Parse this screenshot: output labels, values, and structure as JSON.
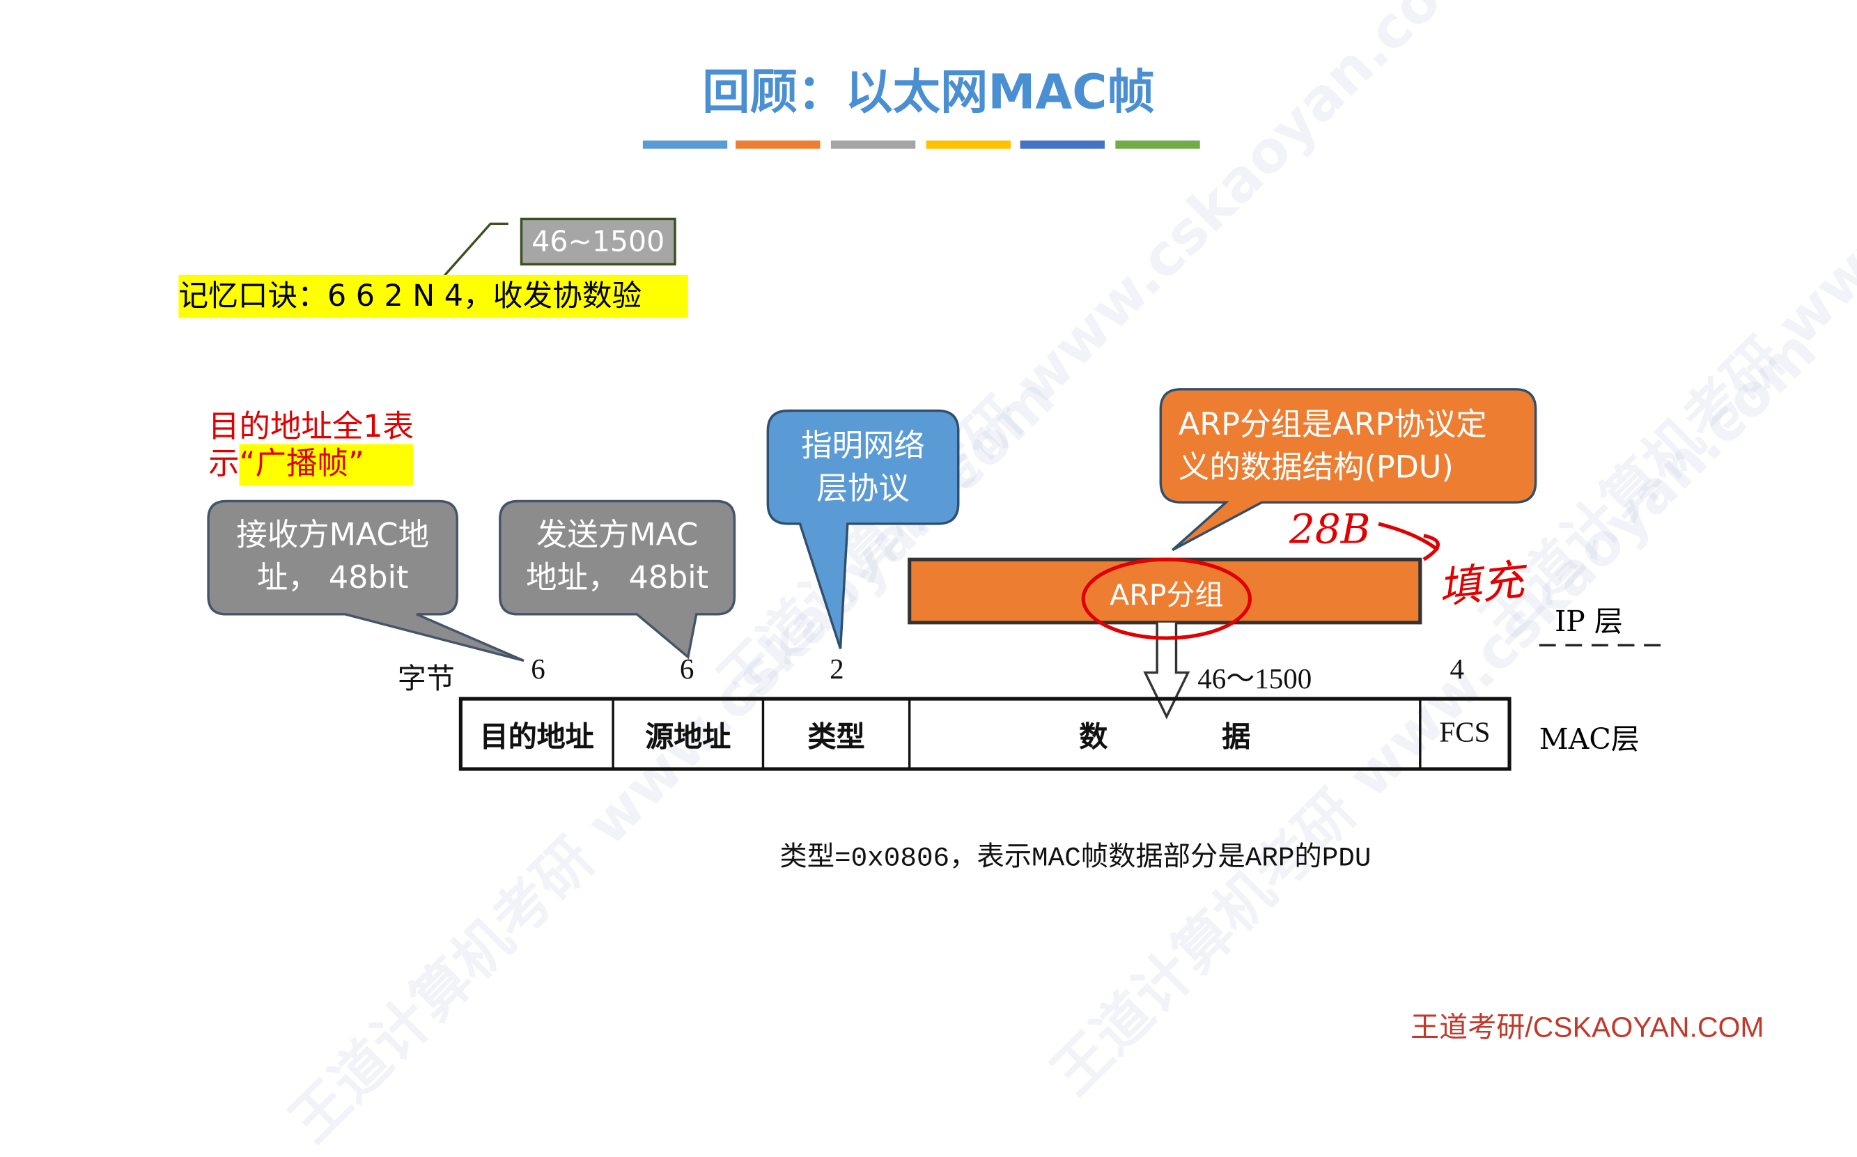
{
  "title": "回顾：以太网MAC帧",
  "color_bars": [
    "#5b9bd5",
    "#ed7d31",
    "#a5a5a5",
    "#ffc000",
    "#4472c4",
    "#70ad47"
  ],
  "mnemonic": {
    "range_box": "46~1500",
    "text": "记忆口诀：6 6 2 N 4，收发协数验"
  },
  "broadcast_note": {
    "line1": "目的地址全1表",
    "line2_prefix": "示",
    "line2_highlight": "“广播帧”"
  },
  "callouts": {
    "dest": {
      "line1": "接收方MAC地",
      "line2": "址， 48bit"
    },
    "src": {
      "line1": "发送方MAC",
      "line2": "地址， 48bit"
    },
    "type": {
      "line1": "指明网络",
      "line2": "层协议"
    },
    "arp": {
      "line1": "ARP分组是ARP协议定",
      "line2": "义的数据结构(PDU)"
    }
  },
  "arp_packet": "ARP分组",
  "annotations": {
    "size": "28B",
    "padding": "填充"
  },
  "layers": {
    "ip": "IP 层",
    "mac": "MAC层"
  },
  "bytes_row": {
    "label": "字节",
    "values": [
      "6",
      "6",
      "2",
      "46～1500",
      "4"
    ]
  },
  "frame_fields": [
    "目的地址",
    "源地址",
    "类型",
    "数　　　　据",
    "FCS"
  ],
  "bottom_note": "类型=0x0806，表示MAC帧数据部分是ARP的PDU",
  "footer": "王道考研/CSKAOYAN.COM",
  "watermark": "王道计算机考研 www.cskaoyan.com"
}
